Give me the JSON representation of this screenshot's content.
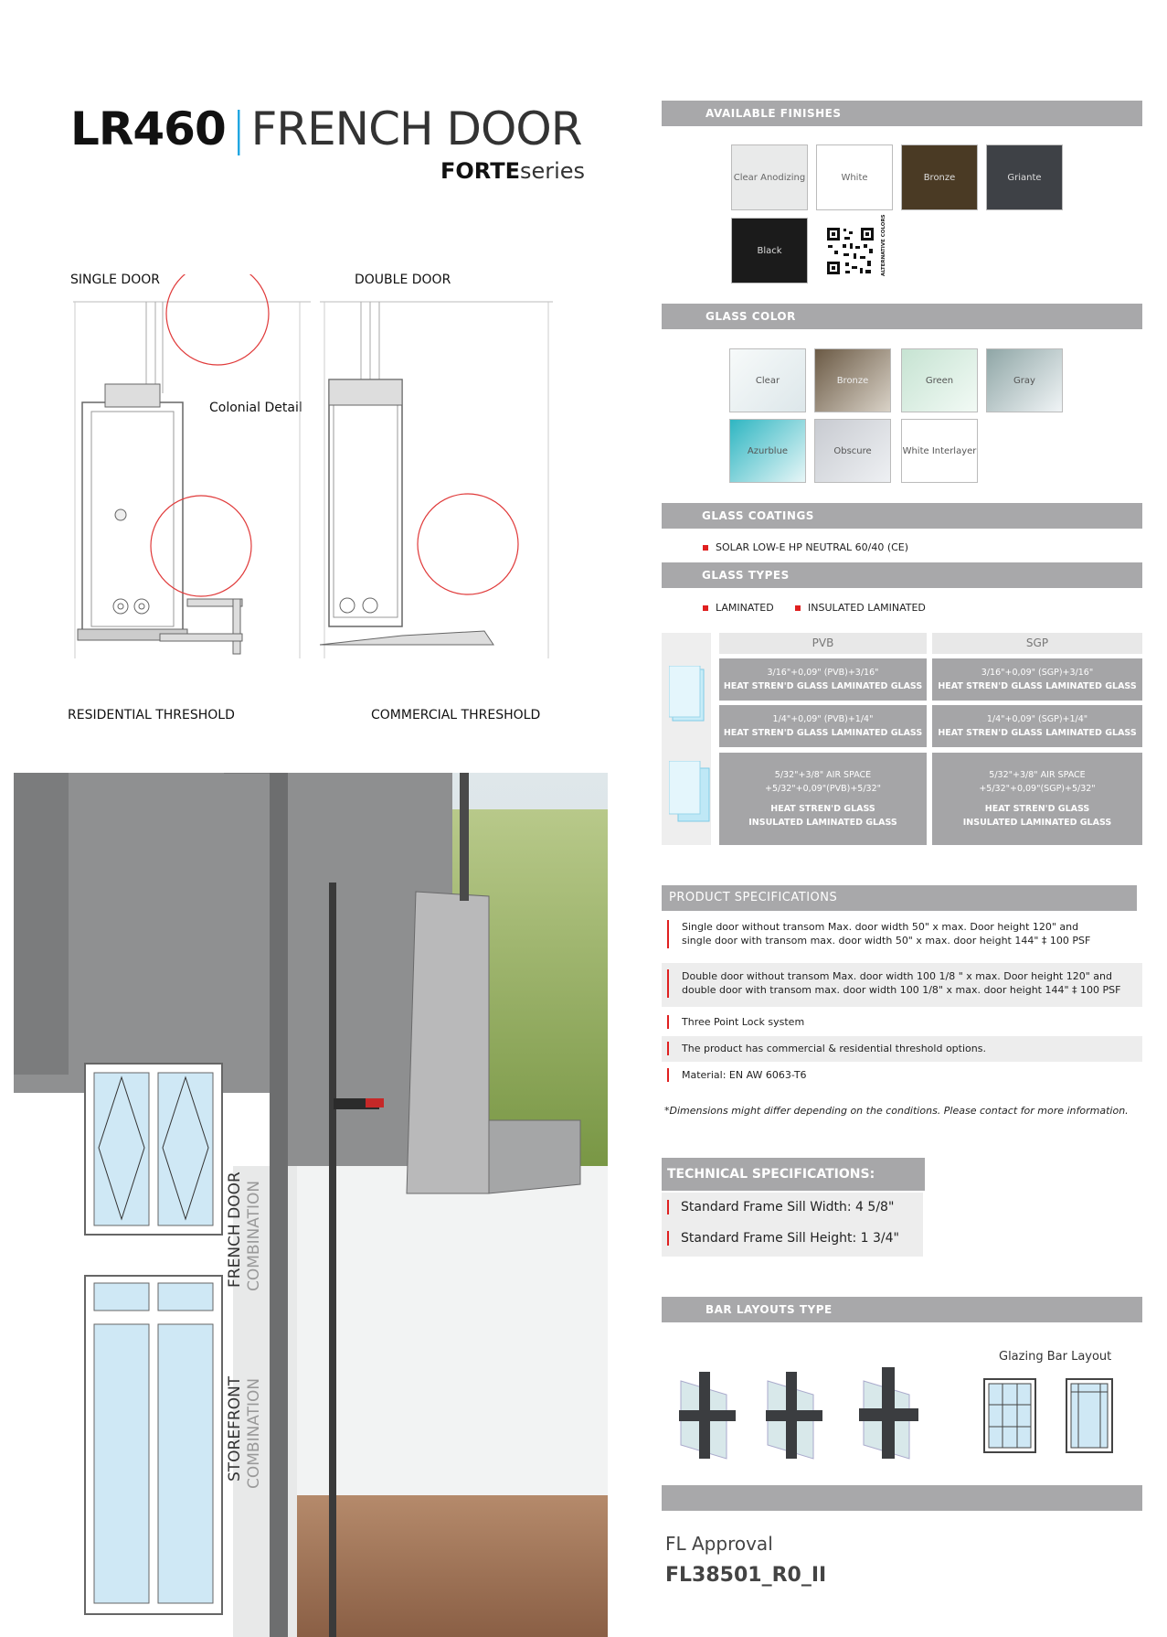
{
  "header": {
    "model": "LR460",
    "product": "FRENCH DOOR",
    "series_bold": "FORTE",
    "series_light": "series"
  },
  "drawings": {
    "single_door": "SINGLE DOOR",
    "double_door": "DOUBLE DOOR",
    "colonial_detail": "Colonial Detail",
    "residential_threshold": "RESIDENTIAL THRESHOLD",
    "commercial_threshold": "COMMERCIAL THRESHOLD"
  },
  "combinations": {
    "french_door_1": "FRENCH DOOR",
    "french_door_2": "COMBINATION",
    "storefront_1": "STOREFRONT",
    "storefront_2": "COMBINATION"
  },
  "finishes": {
    "title": "AVAILABLE FINISHES",
    "items": [
      {
        "label": "Clear Anodizing",
        "color": "#e9eaea",
        "text": "#666"
      },
      {
        "label": "White",
        "color": "#ffffff",
        "text": "#666"
      },
      {
        "label": "Bronze",
        "color": "#4a3a24",
        "text": "#ddd"
      },
      {
        "label": "Griante",
        "color": "#3e4146",
        "text": "#ddd"
      },
      {
        "label": "Black",
        "color": "#1b1b1b",
        "text": "#ddd"
      }
    ],
    "qr_caption": "ALTERNATIVE COLORS"
  },
  "glass_color": {
    "title": "GLASS COLOR",
    "items": [
      {
        "label": "Clear"
      },
      {
        "label": "Bronze"
      },
      {
        "label": "Green"
      },
      {
        "label": "Gray"
      },
      {
        "label": "Azurblue"
      },
      {
        "label": "Obscure"
      },
      {
        "label": "White Interlayer"
      }
    ]
  },
  "glass_coatings": {
    "title": "GLASS COATINGS",
    "items": [
      "SOLAR LOW-E HP NEUTRAL 60/40 (CE)"
    ]
  },
  "glass_types": {
    "title": "GLASS TYPES",
    "items": [
      "LAMINATED",
      "INSULATED LAMINATED"
    ]
  },
  "glass_table": {
    "columns": [
      "PVB",
      "SGP"
    ],
    "rows": [
      {
        "pvb": [
          "3/16\"+0,09\" (PVB)+3/16\"",
          "HEAT STREN'D GLASS LAMINATED GLASS"
        ],
        "sgp": [
          "3/16\"+0,09\" (SGP)+3/16\"",
          "HEAT STREN'D GLASS LAMINATED GLASS"
        ]
      },
      {
        "pvb": [
          "1/4\"+0,09\" (PVB)+1/4\"",
          "HEAT STREN'D GLASS LAMINATED GLASS"
        ],
        "sgp": [
          "1/4\"+0,09\" (SGP)+1/4\"",
          "HEAT STREN'D GLASS LAMINATED GLASS"
        ]
      },
      {
        "pvb": [
          "5/32\"+3/8\" AIR SPACE",
          "+5/32\"+0,09\"(PVB)+5/32\"",
          "HEAT STREN'D GLASS",
          "INSULATED LAMINATED GLASS"
        ],
        "sgp": [
          "5/32\"+3/8\" AIR SPACE",
          "+5/32\"+0,09\"(SGP)+5/32\"",
          "HEAT STREN'D GLASS",
          "INSULATED LAMINATED GLASS"
        ]
      }
    ]
  },
  "product_specs": {
    "title": "PRODUCT SPECIFICATIONS",
    "items": [
      [
        "Single door without transom Max. door width 50\" x max. Door height 120\" and",
        "single door with transom max. door width 50\" x max. door height 144\"  ‡ 100 PSF"
      ],
      [
        "Double door without transom Max. door width 100 1/8 \" x max. Door height 120\" and",
        "double door with transom max. door width 100 1/8\" x max. door height 144\" ‡ 100 PSF"
      ],
      [
        "Three Point Lock system"
      ],
      [
        "The product has commercial & residential threshold options."
      ],
      [
        "Material: EN AW 6063-T6"
      ]
    ],
    "note": "*Dimensions might differ depending on the conditions. Please contact for more information."
  },
  "technical_specs": {
    "title": "TECHNICAL SPECIFICATIONS:",
    "items": [
      "Standard Frame Sill Width:   4 5/8\"",
      "Standard Frame Sill Height: 1 3/4\""
    ]
  },
  "bar_layouts": {
    "title": "BAR LAYOUTS TYPE",
    "glazing_caption": "Glazing Bar Layout"
  },
  "approval": {
    "label": "FL Approval",
    "code": "FL38501_R0_II"
  }
}
